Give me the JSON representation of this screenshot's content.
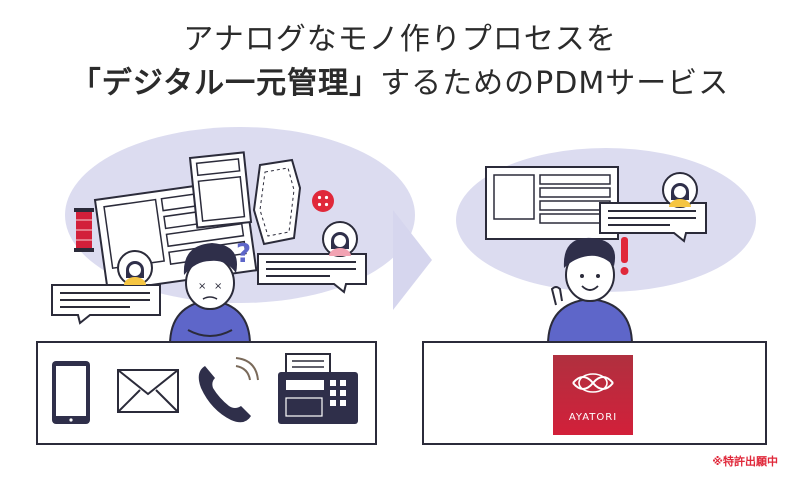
{
  "headline": {
    "line1": "アナログなモノ作りプロセスを",
    "line2_strong": "「デジタル一元管理」",
    "line2_rest": "するためのPDMサービス"
  },
  "logo": {
    "text": "AYATORI"
  },
  "note": "※特許出願中",
  "colors": {
    "ink": "#2b2b3a",
    "hair": "#2f2f4a",
    "blob": "#dcdcf0",
    "arrow": "#d6d6ee",
    "shirt": "#5e66c9",
    "skin": "#ffffff",
    "accent": "#e0283a",
    "yellow": "#f5c542",
    "pink": "#f2a3b3",
    "logo_top": "#b0303f",
    "logo_bottom": "#d2203a"
  },
  "icons": [
    "tablet-icon",
    "envelope-icon",
    "phone-icon",
    "fax-icon",
    "spool-icon",
    "button-icon",
    "question-mark-icon",
    "exclamation-icon"
  ]
}
